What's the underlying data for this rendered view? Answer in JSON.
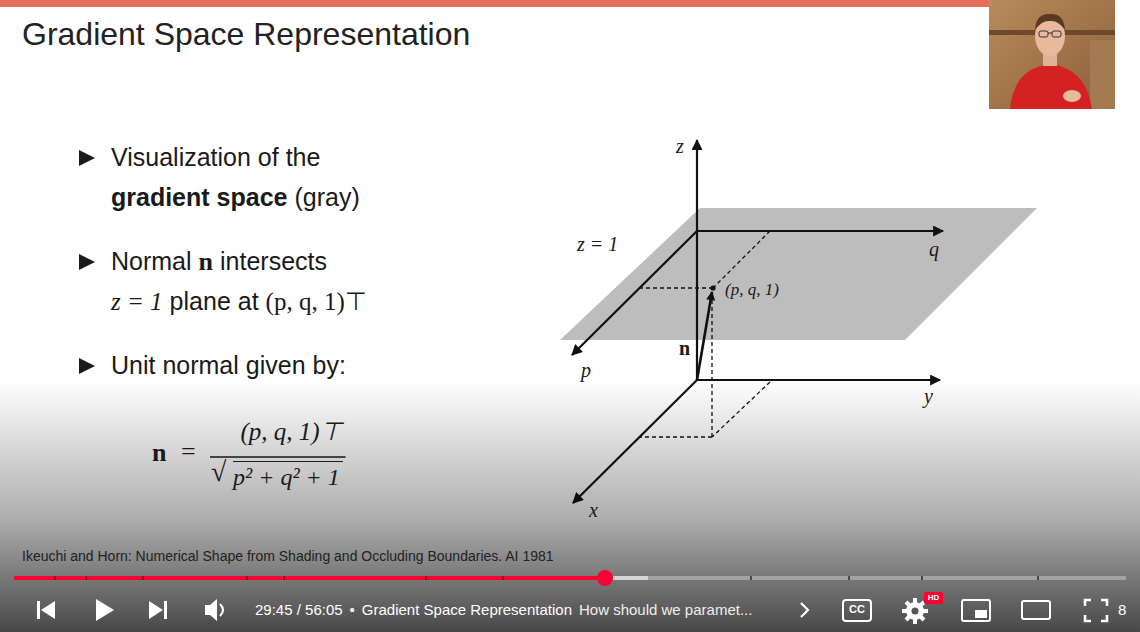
{
  "diagram": {
    "title": "Gradient Space Representation",
    "labels": [
      "Visualization of the",
      "gradient space",
      "(gray)",
      "Normal",
      "n",
      "intersects",
      "z = 1",
      "plane at",
      "(p, q, 1)⊤",
      "Unit normal given by:",
      "n",
      "=",
      "(p, q, 1)⊤",
      "√",
      "p² + q² + 1",
      "z",
      "z = 1",
      "q",
      "(p, q, 1)",
      "n",
      "p",
      "y",
      "x",
      "Ikeuchi and Horn: Numerical Shape from Shading and Occluding Boundaries. AI 1981",
      "29:45 / 56:05",
      "•",
      "Gradient Space Representation",
      "How should we paramet...",
      "CC",
      "HD",
      "8"
    ]
  }
}
